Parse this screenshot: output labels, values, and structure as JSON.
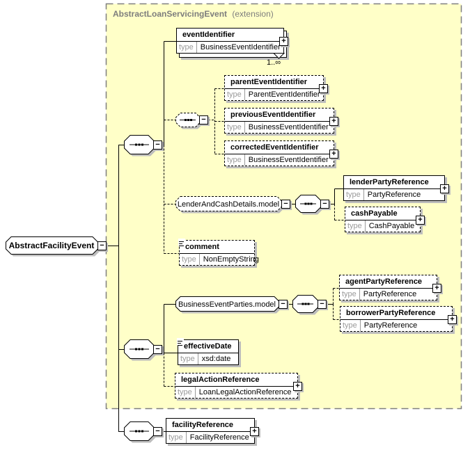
{
  "header": {
    "title": "AbstractLoanServicingEvent",
    "suffix": "(extension)"
  },
  "labels": {
    "type": "type",
    "plus": "+",
    "minus": "−"
  },
  "root": {
    "name": "AbstractFacilityEvent"
  },
  "occurrence": {
    "eventIdentifier": "1..∞"
  },
  "colors": {
    "region_fill": "#ffffc8",
    "region_border": "#7f7f7f",
    "shadow": "#bdbdbd",
    "accent_gray": "#9a9a9a"
  },
  "models": {
    "lenderAndCashDetails": {
      "name": "LenderAndCashDetails.model"
    },
    "businessEventParties": {
      "name": "BusinessEventParties.model"
    }
  },
  "elements": {
    "eventIdentifier": {
      "name": "eventIdentifier",
      "type": "BusinessEventIdentifier"
    },
    "parentEventIdentifier": {
      "name": "parentEventIdentifier",
      "type": "ParentEventIdentifier"
    },
    "previousEventIdentifier": {
      "name": "previousEventIdentifier",
      "type": "BusinessEventIdentifier"
    },
    "correctedEventIdentifier": {
      "name": "correctedEventIdentifier",
      "type": "BusinessEventIdentifier"
    },
    "lenderPartyReference": {
      "name": "lenderPartyReference",
      "type": "PartyReference"
    },
    "cashPayable": {
      "name": "cashPayable",
      "type": "CashPayable"
    },
    "comment": {
      "name": "comment",
      "type": "NonEmptyString"
    },
    "agentPartyReference": {
      "name": "agentPartyReference",
      "type": "PartyReference"
    },
    "borrowerPartyReference": {
      "name": "borrowerPartyReference",
      "type": "PartyReference"
    },
    "effectiveDate": {
      "name": "effectiveDate",
      "type": "xsd:date"
    },
    "legalActionReference": {
      "name": "legalActionReference",
      "type": "LoanLegalActionReference"
    },
    "facilityReference": {
      "name": "facilityReference",
      "type": "FacilityReference"
    }
  }
}
